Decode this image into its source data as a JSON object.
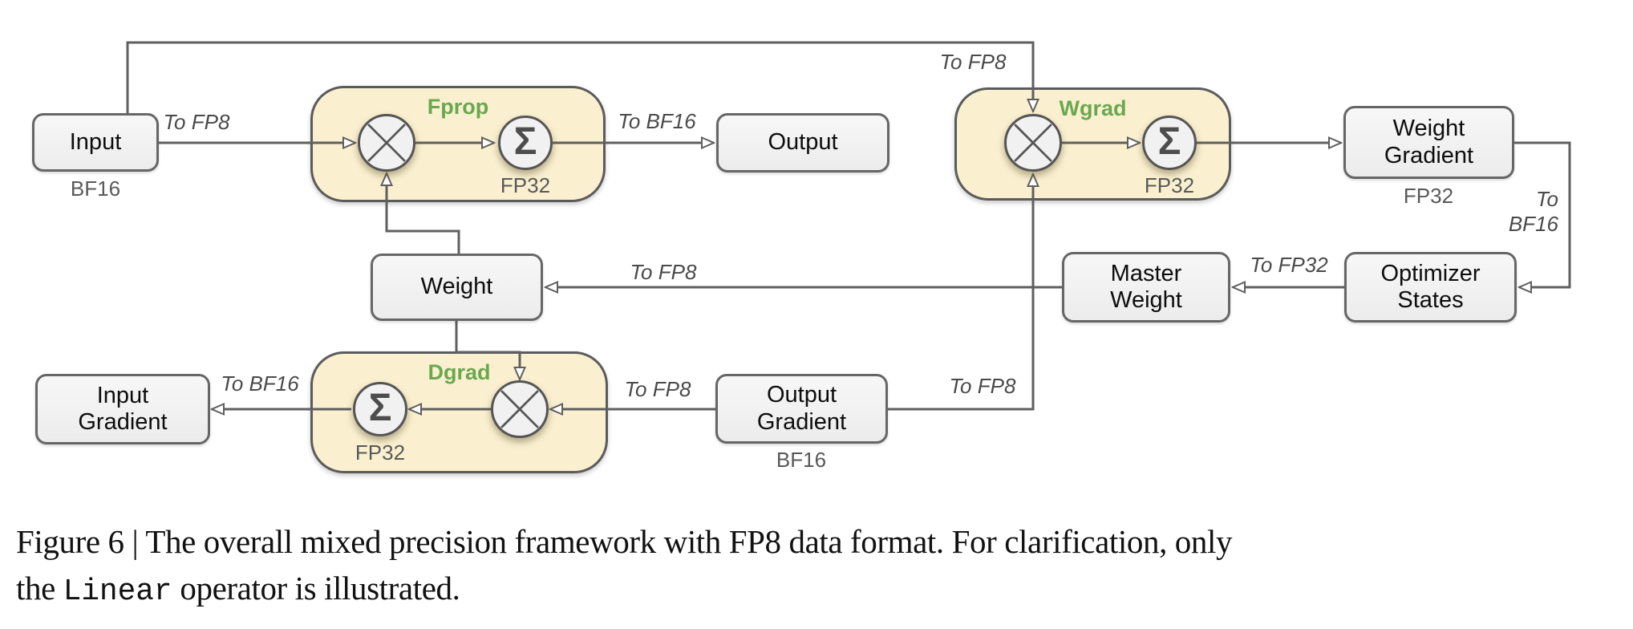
{
  "diagram": {
    "nodes": {
      "input": {
        "label": "Input",
        "sub": "BF16"
      },
      "output": {
        "label": "Output"
      },
      "weight_gradient": {
        "label": "Weight\nGradient",
        "sub": "FP32"
      },
      "optimizer_states": {
        "label": "Optimizer\nStates"
      },
      "master_weight": {
        "label": "Master\nWeight"
      },
      "weight": {
        "label": "Weight"
      },
      "input_gradient": {
        "label": "Input\nGradient"
      },
      "output_gradient": {
        "label": "Output\nGradient",
        "sub": "BF16"
      }
    },
    "groups": {
      "fprop": {
        "label": "Fprop",
        "accumulator_precision": "FP32"
      },
      "wgrad": {
        "label": "Wgrad",
        "accumulator_precision": "FP32"
      },
      "dgrad": {
        "label": "Dgrad",
        "accumulator_precision": "FP32"
      }
    },
    "operators": {
      "sum_symbol": "Σ"
    },
    "wire_labels": {
      "input_to_fprop": "To FP8",
      "fprop_to_output": "To BF16",
      "input_to_wgrad": "To FP8",
      "weight_gradient_to_optimizer": "To\nBF16",
      "optimizer_to_master": "To FP32",
      "master_to_weight": "To FP8",
      "dgrad_to_input_gradient": "To BF16",
      "output_gradient_to_dgrad": "To FP8",
      "output_gradient_to_wgrad": "To FP8"
    }
  },
  "caption": {
    "line1": "Figure 6 | The overall mixed precision framework with FP8 data format. For clarification, only",
    "line2_prefix": "the ",
    "line2_code": "Linear",
    "line2_suffix": " operator is illustrated."
  },
  "colors": {
    "group_fill": "#faf0d0",
    "group_border": "#5b5b5b",
    "node_fill": "#f2f2f2",
    "node_border": "#666666",
    "wire": "#5f5f5f",
    "label_green": "#6aa84f",
    "sub_label_gray": "#595959"
  }
}
